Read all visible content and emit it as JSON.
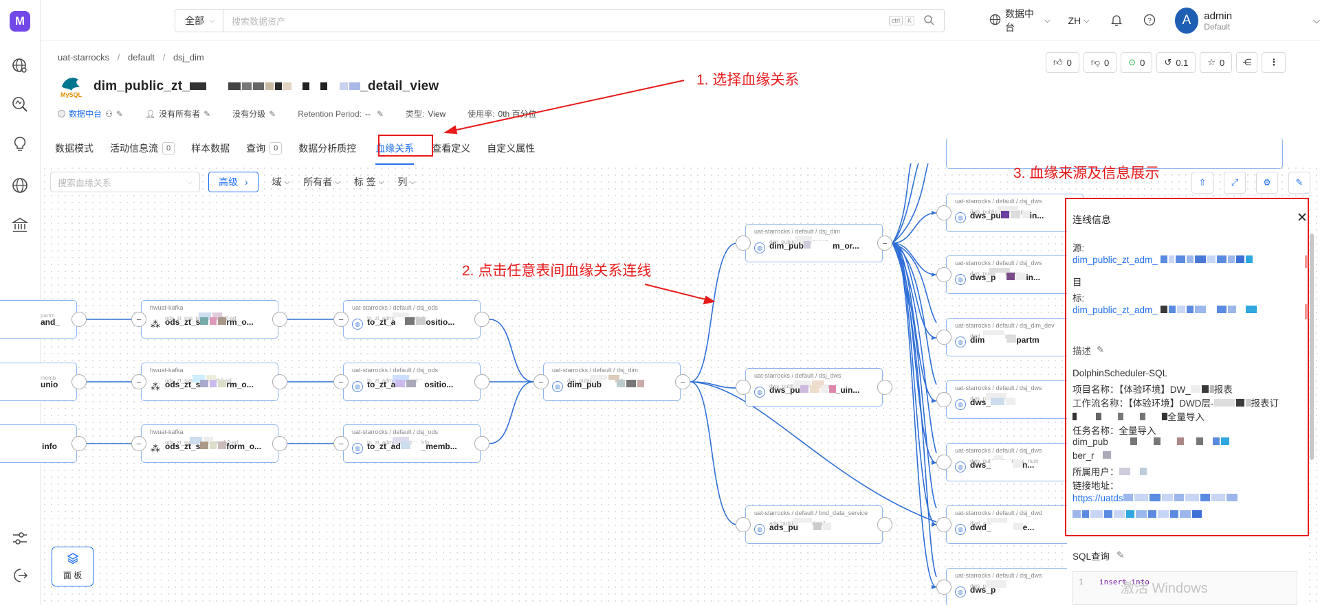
{
  "app": {
    "logo_letter": "M"
  },
  "topbar": {
    "search_scope": "全部",
    "search_placeholder": "搜索数据资产",
    "kbd_ctrl": "ctrl",
    "kbd_k": "K",
    "domain": "数据中台",
    "lang": "ZH",
    "user_initial": "A",
    "user_name": "admin",
    "user_role": "Default"
  },
  "breadcrumb": [
    "uat-starrocks",
    "default",
    "dsj_dim"
  ],
  "entity": {
    "title_prefix": "dim_public_zt_",
    "title_suffix": "_detail_view",
    "domain": "数据中台",
    "owner": "没有所有者",
    "tier": "没有分级",
    "retention_label": "Retention Period:",
    "retention_value": "--",
    "type_label": "类型:",
    "type_value": "View",
    "usage_label": "使用率:",
    "usage_value": "0th 百分位"
  },
  "actions": {
    "like": "0",
    "dislike": "0",
    "follow": "0",
    "version": "0.1",
    "star": "0"
  },
  "tabs": [
    {
      "label": "数据模式"
    },
    {
      "label": "活动信息流",
      "count": "0"
    },
    {
      "label": "样本数据"
    },
    {
      "label": "查询",
      "count": "0"
    },
    {
      "label": "数据分析质控"
    },
    {
      "label": "血缘关系"
    },
    {
      "label": "查看定义"
    },
    {
      "label": "自定义属性"
    }
  ],
  "lineage_toolbar": {
    "search_placeholder": "搜索血缘关系",
    "advanced": "高级",
    "filters": [
      "域",
      "所有者",
      "标 签",
      "列"
    ]
  },
  "nodes": {
    "left1": {
      "name": "and_",
      "sub": "partm"
    },
    "left2": {
      "name": "unio",
      "sub": "memb"
    },
    "left3": {
      "name": "info"
    },
    "k1": {
      "header": "hwuat-kafka",
      "sub": "ods_zt_sys_p",
      "name": "ods_zt_s",
      "tail": "rm_o...",
      "sub_tail": "h2-ad"
    },
    "k2": {
      "header": "hwuat-kafka",
      "sub": "ods_zt_sys",
      "name": "ods_zt_s",
      "tail": "rm_o...",
      "sub_tail": "th2-ad"
    },
    "k3": {
      "header": "hwuat-kafka",
      "sub": "ods_zt_sy",
      "name": "ods_zt_s",
      "tail": "form_o...",
      "sub_tail": "pauth2-ad"
    },
    "o1": {
      "header": "uat-starrocks / default / dsj_ods",
      "sub": "to_zt_adm",
      "name": "to_zt_a",
      "tail": "ositio...",
      "sub_tail": "and_d"
    },
    "o2": {
      "header": "uat-starrocks / default / dsj_ods",
      "sub": "to_zt_adm",
      "name": "to_zt_a",
      "tail": "ositio...",
      "sub_tail": "union_"
    },
    "o3": {
      "header": "uat-starrocks / default / dsj_ods",
      "sub": "to_zt_adm",
      "name": "to_zt_ad",
      "tail": "_memb...",
      "sub_tail": "ber_info"
    },
    "center": {
      "header": "uat-starrocks / default / dsj_dim",
      "sub": "dim_publi",
      "name": "dim_pub",
      "tail": "",
      "sub_tail": "rt"
    },
    "d1": {
      "header": "uat-starrocks / default / dsj_dim",
      "sub": "dim_public",
      "name": "dim_pub",
      "tail": "m_or...",
      "sub_tail": "depart_"
    },
    "d2": {
      "header": "uat-starrocks / default / dsj_dws",
      "sub": "dws_publi",
      "name": "dws_pu",
      "tail": "_uin...",
      "sub_tail": "ew_"
    },
    "d3": {
      "header": "uat-starrocks / default / bnd_data_service",
      "sub": "ads_publi",
      "name": "ads_pu",
      "tail": "",
      "sub_tail": "detail"
    },
    "r1": {
      "header": "uat-starrocks / default / dsj_dws",
      "sub": "dws_public",
      "name": "dws_pu",
      "tail": "in...",
      "sub_tail": "sp"
    },
    "r2": {
      "header": "uat-starrocks / default / dsj_dws",
      "sub": "dws_pu",
      "name": "dws_p",
      "tail": "in...",
      "sub_tail": "new_"
    },
    "r3": {
      "header": "uat-starrocks / default / dsj_dim_dev",
      "sub": "dwd_",
      "name": "dim",
      "tail": "partm",
      "sub_tail": "princ"
    },
    "r4": {
      "header": "uat-starrocks / default / dsj_dws",
      "sub": "dws_p",
      "name": "dws_",
      "tail": "",
      "sub_tail": ""
    },
    "r5": {
      "header": "uat-starrocks / default / dsj_dws",
      "sub": "dws_publ",
      "name": "dws_",
      "tail": "n...",
      "sub_tail": "business_num"
    },
    "r6": {
      "header": "uat-starrocks / default / dsj_dwd",
      "sub": "dwd_p",
      "name": "dwd_",
      "tail": "e...",
      "sub_tail": ""
    },
    "r7": {
      "header": "uat-starrocks / default / dsj_dws",
      "sub": "dws_p",
      "name": "dws_p",
      "tail": "",
      "sub_tail": ""
    }
  },
  "annotations": {
    "a1": "1. 选择血缘关系",
    "a2": "2. 点击任意表间血缘关系连线",
    "a3": "3. 血缘来源及信息展示"
  },
  "edge_panel": {
    "title": "连线信息",
    "source_label": "源:",
    "source_value": "dim_public_zt_adm_",
    "target_label_1": "目",
    "target_label_2": "标:",
    "target_value": "dim_public_zt_adm_",
    "desc_label": "描述",
    "desc_line1": "DolphinScheduler-SQL",
    "project_label": "项目名称：【体验环境】DW_",
    "project_tail": "报表",
    "workflow_label": "工作流名称：【体验环境】DWD层-",
    "workflow_tail": "报表订",
    "workflow_line2": "全量导入",
    "task_label": "任务名称：全量导入",
    "task_line1": "dim_pub",
    "task_line2": "ber_r",
    "user_label": "所属用户：",
    "link_label": "链接地址：",
    "link_value": "https://uatds",
    "sql_label": "SQL查询",
    "sql_line_no": "1",
    "sql_keyword": "insert into"
  },
  "panel_button": "面 板",
  "watermark": "激活 Windows"
}
